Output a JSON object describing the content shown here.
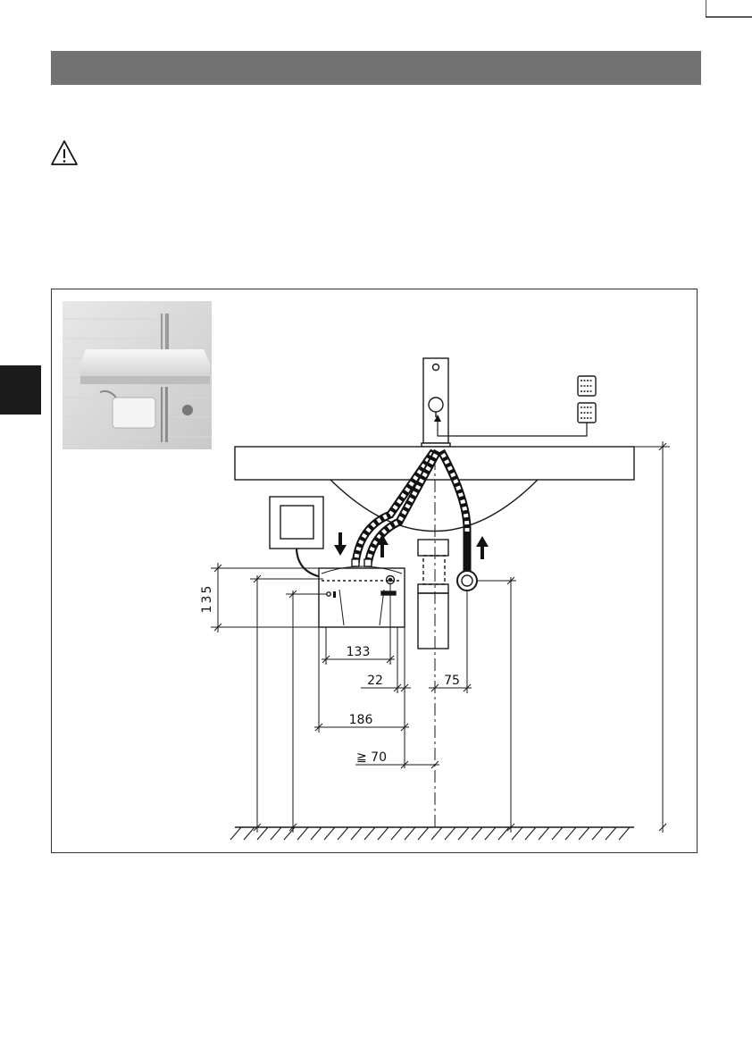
{
  "header": {
    "title": ""
  },
  "dimensions": {
    "height_label": "135",
    "width_label": "133",
    "offset_label": "22",
    "center_offset_label": "75",
    "total_width_label": "186",
    "min_distance_label": "≧ 70"
  },
  "icons": {
    "warning": "warning-triangle-icon",
    "side_tab": "section-tab-marker"
  },
  "colors": {
    "header_bar": "#727272",
    "side_tab": "#1b1b1b",
    "line": "#1a1a1a"
  }
}
